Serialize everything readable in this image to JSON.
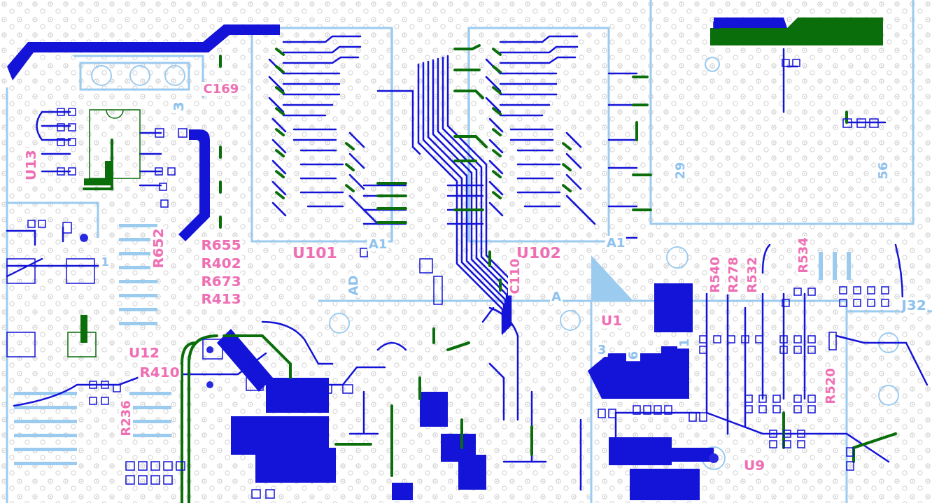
{
  "diagram": {
    "labels": [
      "U13",
      "C169",
      "R652",
      "R655",
      "R402",
      "R673",
      "R413",
      "U101",
      "U102",
      "U1",
      "R540",
      "R278",
      "R532",
      "R534",
      "R520",
      "U9",
      "U12",
      "R410",
      "R236",
      "C110",
      "3",
      "A1",
      "A1",
      "AD",
      "A",
      "29",
      "56",
      "1",
      "3",
      "6",
      "1",
      "J32"
    ]
  }
}
